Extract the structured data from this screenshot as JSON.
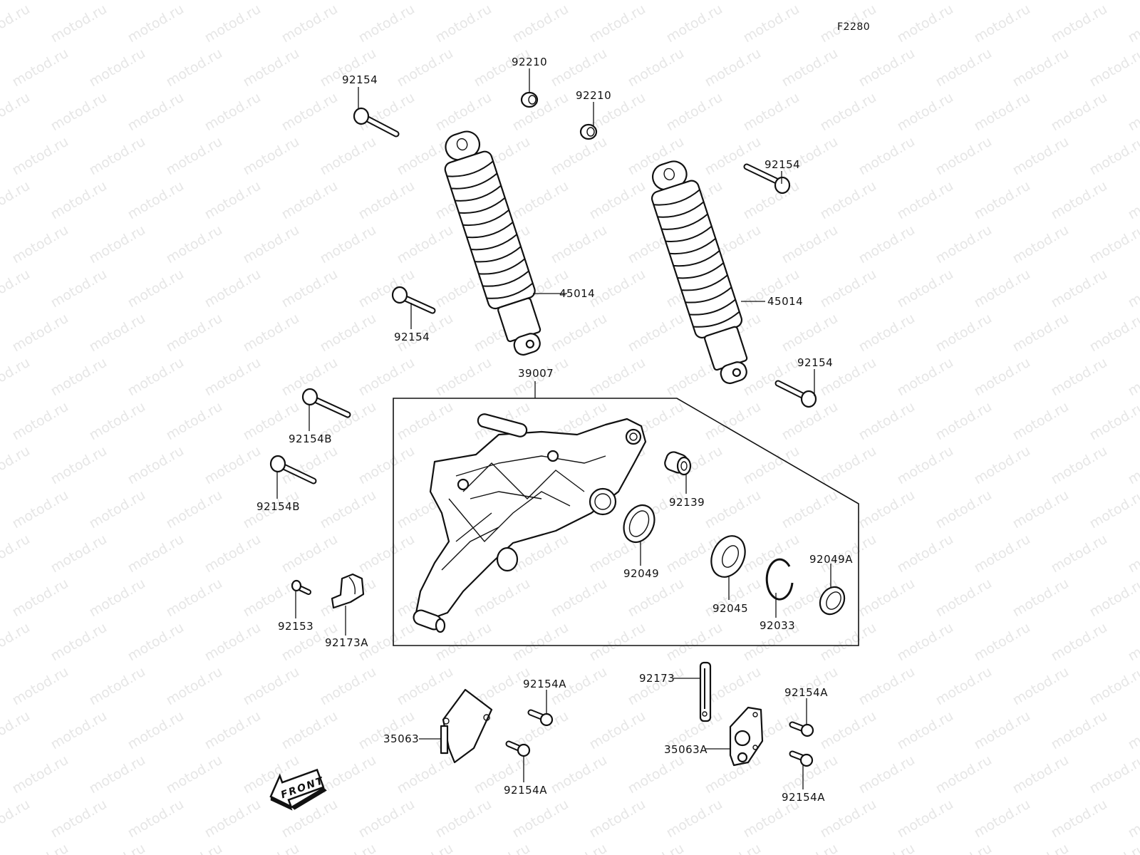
{
  "diagram": {
    "figure_code": "F2280",
    "watermark_text": "motod.ru",
    "front_indicator": "FRONT",
    "assembly_box_label": "39007",
    "accent_color": "#111111",
    "background_color": "#ffffff",
    "watermark_color": "#e6e6e6"
  },
  "labels": {
    "l01": "92154",
    "l02": "92210",
    "l03": "92210",
    "l04": "92154",
    "l05": "45014",
    "l06": "92154",
    "l07": "45014",
    "l08": "92154",
    "l09": "39007",
    "l10": "92154B",
    "l11": "92154B",
    "l12": "92139",
    "l13": "92049",
    "l14": "92045",
    "l15": "92033",
    "l16": "92049A",
    "l17": "92153",
    "l18": "92173A",
    "l19": "92154A",
    "l20": "35063",
    "l21": "92154A",
    "l22": "92173",
    "l23": "35063A",
    "l24": "92154A",
    "l25": "92154A"
  },
  "parts": [
    {
      "number": "92154",
      "description": "bolt",
      "count_shown": 4
    },
    {
      "number": "92154A",
      "description": "bolt",
      "count_shown": 4
    },
    {
      "number": "92154B",
      "description": "bolt",
      "count_shown": 2
    },
    {
      "number": "92210",
      "description": "nut",
      "count_shown": 2
    },
    {
      "number": "45014",
      "description": "shock absorber",
      "count_shown": 2
    },
    {
      "number": "39007",
      "description": "swing arm assembly",
      "count_shown": 1
    },
    {
      "number": "92139",
      "description": "collar",
      "count_shown": 1
    },
    {
      "number": "92049",
      "description": "oil seal",
      "count_shown": 1
    },
    {
      "number": "92045",
      "description": "bearing",
      "count_shown": 1
    },
    {
      "number": "92033",
      "description": "circlip",
      "count_shown": 1
    },
    {
      "number": "92049A",
      "description": "oil seal",
      "count_shown": 1
    },
    {
      "number": "92153",
      "description": "bolt",
      "count_shown": 1
    },
    {
      "number": "92173A",
      "description": "clamp",
      "count_shown": 1
    },
    {
      "number": "92173",
      "description": "clamp band",
      "count_shown": 1
    },
    {
      "number": "35063",
      "description": "cover",
      "count_shown": 1
    },
    {
      "number": "35063A",
      "description": "bracket plate",
      "count_shown": 1
    }
  ]
}
